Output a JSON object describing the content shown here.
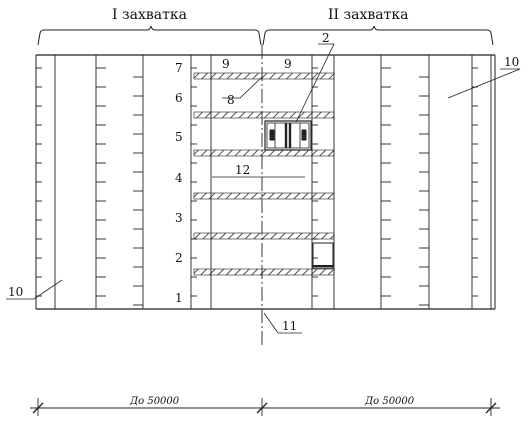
{
  "headers": {
    "left": "I захватка",
    "right": "II захватка"
  },
  "row_numbers": [
    "1",
    "2",
    "3",
    "4",
    "5",
    "6",
    "7"
  ],
  "callouts": {
    "c2": "2",
    "c8": "8",
    "c9a": "9",
    "c9b": "9",
    "c10_left": "10",
    "c10_right": "10",
    "c11": "11",
    "c12": "12"
  },
  "dimensions": {
    "left": "До 50000",
    "right": "До 50000"
  }
}
